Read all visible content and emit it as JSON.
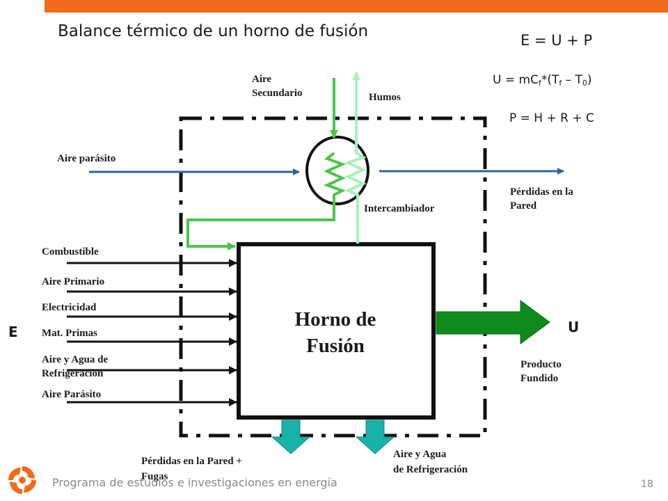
{
  "title": "Balance térmico de un horno de fusión",
  "equations": {
    "e_eq": "E = U + P",
    "u_eq_prefix": "U = mC",
    "u_eq_sub1": "f",
    "u_eq_mid": "*(T",
    "u_eq_sub2": "f",
    "u_eq_mid2": " – T",
    "u_eq_sub3": "0",
    "u_eq_end": ")",
    "p_eq": "P = H + R + C"
  },
  "labels": {
    "aire_secundario_1": "Aire",
    "aire_secundario_2": "Secundario",
    "humos": "Humos",
    "aire_parasito_top": "Aire parásito",
    "perdidas_pared_1": "Pérdidas en la",
    "perdidas_pared_2": "Pared",
    "intercambiador": "Intercambiador",
    "combustible": "Combustible",
    "aire_primario": "Aire Primario",
    "electricidad": "Electricidad",
    "mat_primas": "Mat. Primas",
    "aire_agua_ref_1": "Aire y Agua de",
    "aire_agua_ref_2": "Refrigeración",
    "aire_parasito_bottom": "Aire Parásito",
    "e_symbol": "E",
    "u_symbol": "U",
    "producto_1": "Producto",
    "producto_2": "Fundido",
    "furnace_1": "Horno de",
    "furnace_2": "Fusión",
    "perdidas_fugas_1": "Pérdidas en la Pared +",
    "perdidas_fugas_2": "Fugas",
    "aire_agua_bottom_1": "Aire y Agua",
    "aire_agua_bottom_2": "de Refrigeración"
  },
  "footer": {
    "text": "Programa de estudios e investigaciones en energía",
    "page_number": "18"
  },
  "colors": {
    "brand_orange": "#f26a1b",
    "green_line": "#4cc44c",
    "light_green_line": "#a8f0b8",
    "blue_arrow": "#2f6496",
    "product_arrow": "#0f8a1c",
    "teal_arrow": "#17b2a8"
  }
}
